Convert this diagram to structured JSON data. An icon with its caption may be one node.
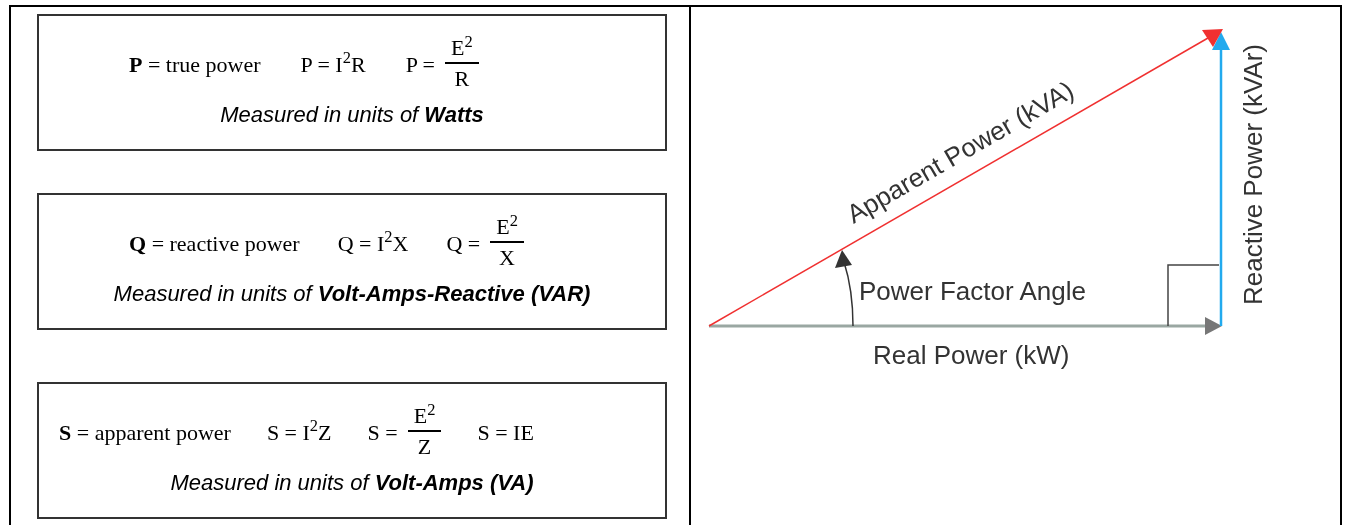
{
  "diagram": {
    "nodes": [
      {
        "text": [
          "**P** = true power",
          "P = I$^{2}$R",
          "P =",
          "E$^{2}$",
          "R",
          "Measured in units of **Watts**"
        ]
      },
      {
        "text": [
          "**Q** = reactive power",
          "Q = I$^{2}$X",
          "Q =",
          "E$^{2}$",
          "X",
          "Measured in units of **Volt-Amps-Reactive (VAR)**"
        ]
      },
      {
        "text": [
          "**S** = apparent power",
          "S = I$^{2}$Z",
          "S =",
          "E$^{2}$",
          "Z",
          "S = IE",
          "Measured in units of **Volt-Amps (VA)**"
        ]
      }
    ],
    "labels": [
      "Apparent Power (kVA)",
      "Reactive Power (kVAr)",
      "Power Factor Angle",
      "Real Power (kW)"
    ]
  }
}
